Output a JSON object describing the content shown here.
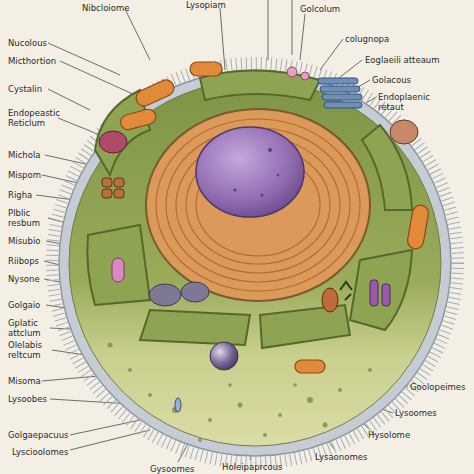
{
  "diagram": {
    "labels": [
      "Nibcloiome",
      "Lysopiam",
      "Golcolum",
      "Nucolous",
      "colugnopa",
      "Micthortion",
      "Eoglaeili atteaum",
      "Golacous",
      "Cystalin",
      "Endoplaenic retaut",
      "Endopeastic Reticlum",
      "Michola",
      "Mispom",
      "Righa",
      "Plblic resbum",
      "Misubio",
      "Riibops",
      "Nysone",
      "Golgaio",
      "Gplatic attclum",
      "Olelabis reltcum",
      "Misoma",
      "Lysoobes",
      "Goolopeimes",
      "Lysoomes",
      "Golgaepacuus",
      "Hysolome",
      "Lyscioolomes",
      "Lysaonomes",
      "Holeipaprcous",
      "Gysoomes"
    ]
  }
}
